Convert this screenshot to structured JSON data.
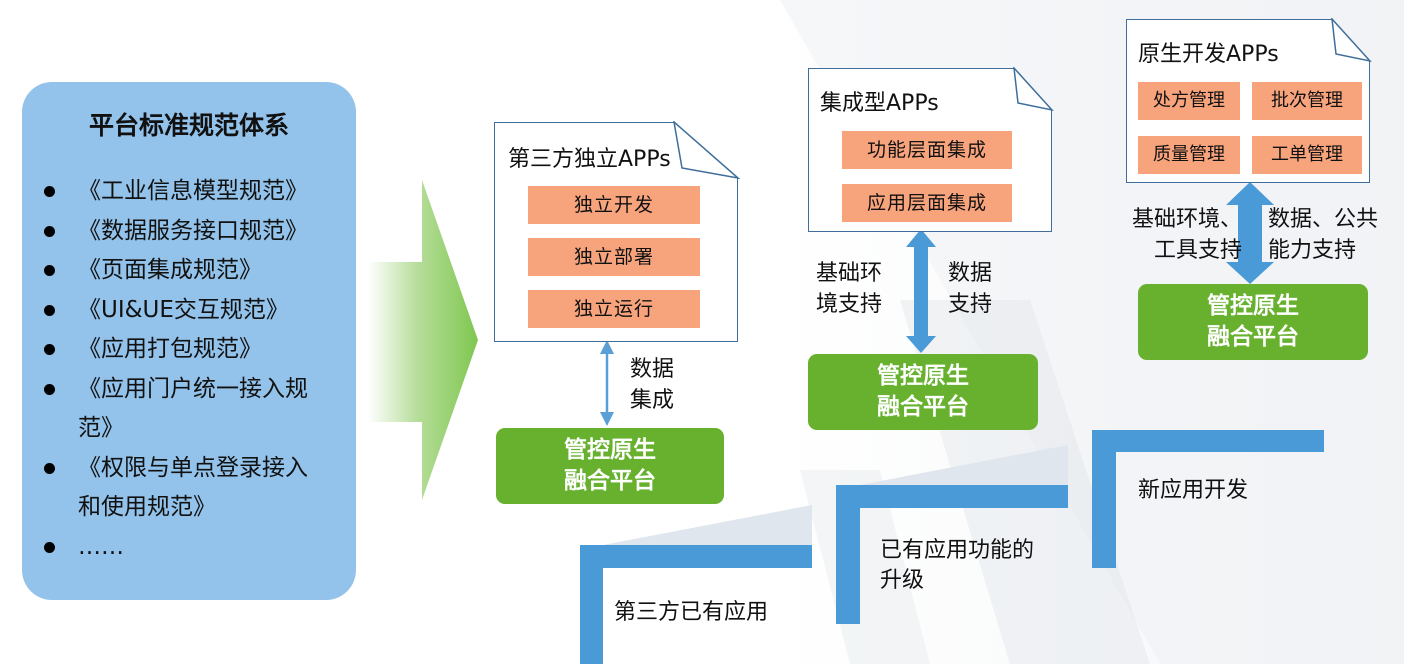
{
  "left_panel": {
    "title": "平台标准规范体系",
    "items": [
      "《工业信息模型规范》",
      "《数据服务接口规范》",
      "《页面集成规范》",
      "《UI&UE交互规范》",
      "《应用打包规范》",
      "《应用门户统一接入规",
      "范》",
      "《权限与单点登录接入",
      "和使用规范》",
      "……"
    ]
  },
  "stage1": {
    "doc_title": "第三方独立APPs",
    "items": [
      "独立开发",
      "独立部署",
      "独立运行"
    ],
    "link_label_1": "数据",
    "link_label_2": "集成",
    "platform_line1": "管控原生",
    "platform_line2": "融合平台",
    "step_label": "第三方已有应用"
  },
  "stage2": {
    "doc_title": "集成型APPs",
    "items": [
      "功能层面集成",
      "应用层面集成"
    ],
    "left_label_1": "基础环",
    "left_label_2": "境支持",
    "right_label_1": "数据",
    "right_label_2": "支持",
    "platform_line1": "管控原生",
    "platform_line2": "融合平台",
    "step_label_1": "已有应用功能的",
    "step_label_2": "升级"
  },
  "stage3": {
    "doc_title": "原生开发APPs",
    "items": [
      "处方管理",
      "批次管理",
      "质量管理",
      "工单管理"
    ],
    "left_label_1": "基础环境、",
    "left_label_2": "工具支持",
    "right_label_1": "数据、公共",
    "right_label_2": "能力支持",
    "platform_line1": "管控原生",
    "platform_line2": "融合平台",
    "step_label": "新应用开发"
  },
  "colors": {
    "panel_blue": "#93c2ea",
    "orange": "#f7a47d",
    "green": "#67b12f",
    "stair_blue": "#4a9ad8",
    "arrow_green": "#7fc750"
  }
}
